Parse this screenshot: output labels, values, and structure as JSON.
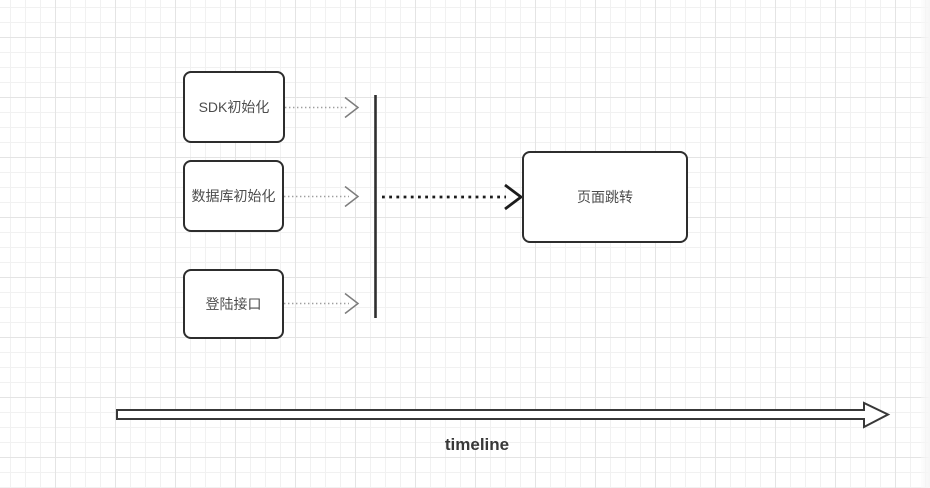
{
  "diagram": {
    "nodes": [
      {
        "label": "SDK初始化"
      },
      {
        "label": "数据库初始化"
      },
      {
        "label": "登陆接口"
      },
      {
        "label": "页面跳转"
      }
    ],
    "timeline_label": "timeline",
    "colors": {
      "node_border": "#2d2d2d",
      "node_text": "#4d4d4d",
      "connector_light": "#9e9e9e",
      "connector_chevron": "#7d7d7d",
      "connector_dark": "#1c1c1c",
      "sync_bar": "#2f2f2f",
      "timeline_stroke": "#383838",
      "grid_minor": "#f1f1f1",
      "grid_major": "#e4e4e4",
      "canvas_bg": "#ffffff"
    }
  }
}
